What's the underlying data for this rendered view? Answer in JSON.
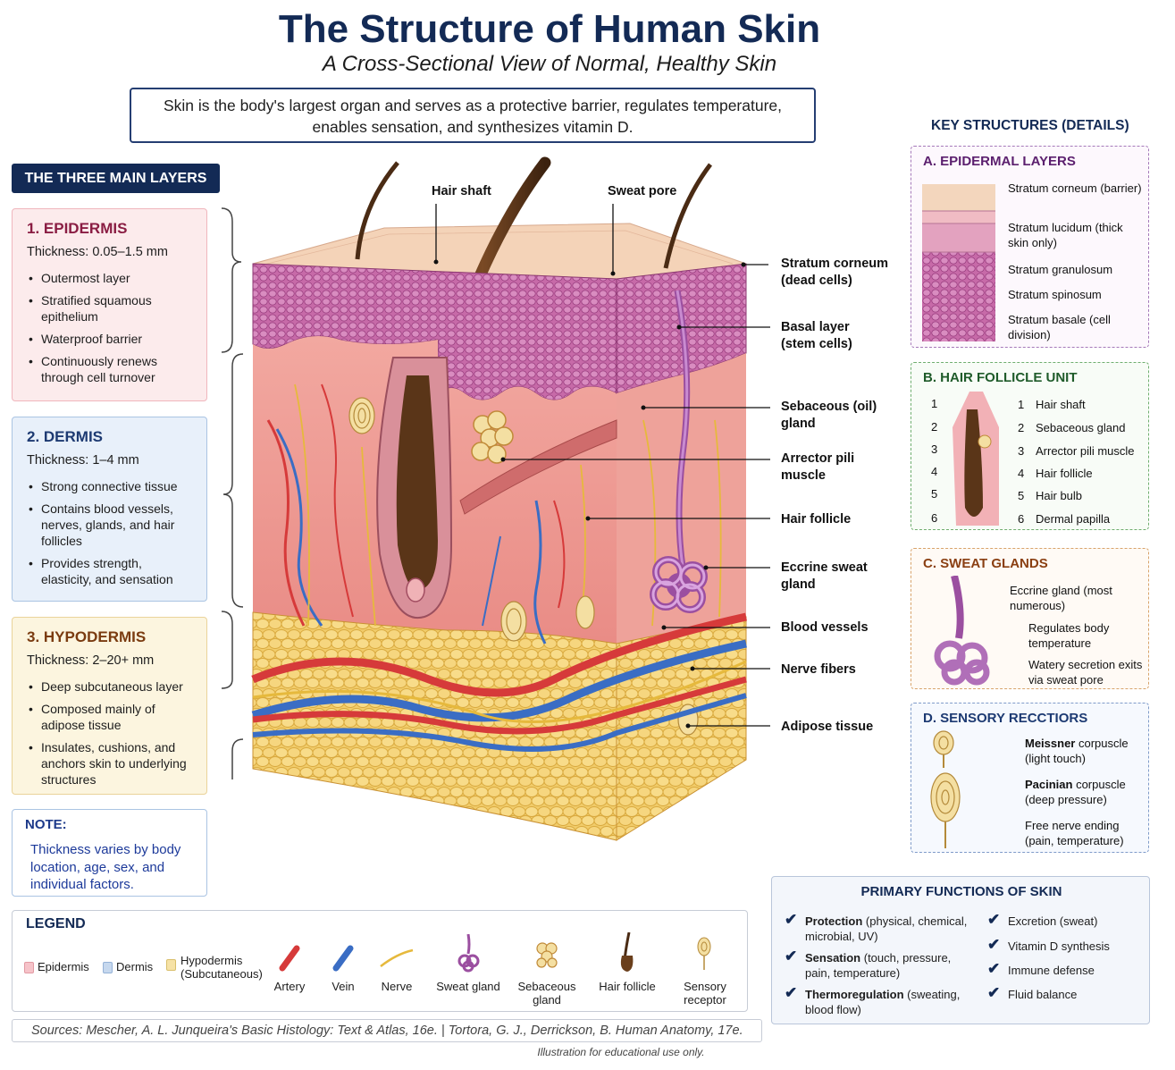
{
  "header": {
    "title": "The Structure of Human Skin",
    "subtitle": "A Cross-Sectional View of Normal, Healthy Skin",
    "intro_line1": "Skin is the body's largest organ and serves as a protective barrier, regulates temperature,",
    "intro_line2": "enables sensation, and synthesizes vitamin D."
  },
  "layers": {
    "header": "THE THREE MAIN LAYERS",
    "epidermis": {
      "title": "1. EPIDERMIS",
      "thickness": "Thickness: 0.05–1.5 mm",
      "items": [
        "Outermost layer",
        "Stratified squamous epithelium",
        "Waterproof barrier",
        "Continuously renews through cell turnover"
      ]
    },
    "dermis": {
      "title": "2. DERMIS",
      "thickness": "Thickness: 1–4 mm",
      "items": [
        "Strong connective tissue",
        "Contains blood vessels, nerves, glands, and hair follicles",
        "Provides strength, elasticity, and sensation"
      ]
    },
    "hypodermis": {
      "title": "3. HYPODERMIS",
      "thickness": "Thickness: 2–20+ mm",
      "items": [
        "Deep subcutaneous layer",
        "Composed mainly of adipose tissue",
        "Insulates, cushions, and anchors skin to underlying structures"
      ]
    }
  },
  "note": {
    "label": "NOTE:",
    "text": "Thickness varies by body location, age, sex, and individual factors."
  },
  "diagram_labels": {
    "hair_shaft": "Hair shaft",
    "sweat_pore": "Sweat pore",
    "stratum_corneum": "Stratum corneum (dead cells)",
    "basal_layer": "Basal layer (stem cells)",
    "sebaceous_gland": "Sebaceous (oil) gland",
    "arrector_pili": "Arrector pili muscle",
    "hair_follicle": "Hair follicle",
    "eccrine_gland": "Eccrine sweat gland",
    "blood_vessels": "Blood vessels",
    "nerve_fibers": "Nerve fibers",
    "adipose_tissue": "Adipose tissue"
  },
  "key_structures": {
    "title": "KEY STRUCTURES (DETAILS)",
    "epidermal_layers": {
      "title": "A. EPIDERMAL LAYERS",
      "items": [
        "Stratum corneum (barrier)",
        "Stratum lucidum (thick skin only)",
        "Stratum granulosum",
        "Stratum spinosum",
        "Stratum basale (cell division)"
      ]
    },
    "hair_follicle_unit": {
      "title": "B. HAIR FOLLICLE UNIT",
      "numbers": [
        "1",
        "2",
        "3",
        "4",
        "5",
        "6"
      ],
      "items": [
        "Hair shaft",
        "Sebaceous gland",
        "Arrector pili muscle",
        "Hair follicle",
        "Hair bulb",
        "Dermal papilla"
      ]
    },
    "sweat_glands": {
      "title": "C. SWEAT GLANDS",
      "items": [
        "Eccrine gland (most numerous)",
        "Regulates body temperature",
        "Watery secretion exits via sweat pore"
      ]
    },
    "sensory_receptors": {
      "title": "D. SENSORY RECCTIORS",
      "items": [
        {
          "name": "Meissner",
          "rest": " corpuscle (light touch)"
        },
        {
          "name": "Pacinian",
          "rest": " corpuscle (deep pressure)"
        },
        {
          "name": "Free nerve ending",
          "rest": " (pain, temperature)"
        }
      ]
    }
  },
  "functions": {
    "title": "PRIMARY FUNCTIONS OF SKIN",
    "left": [
      {
        "name": "Protection",
        "rest": " (physical, chemical, microbial, UV)"
      },
      {
        "name": "Sensation",
        "rest": " (touch, pressure, pain, temperature)"
      },
      {
        "name": "Thermoregulation",
        "rest": " (sweating, blood flow)"
      }
    ],
    "right": [
      "Excretion (sweat)",
      "Vitamin D synthesis",
      "Immune defense",
      "Fluid balance"
    ]
  },
  "legend": {
    "title": "LEGEND",
    "items": [
      "Epidermis",
      "Dermis",
      "Hypodermis (Subcutaneous)",
      "Artery",
      "Vein",
      "Nerve",
      "Sweat gland",
      "Sebaceous gland",
      "Hair follicle",
      "Sensory receptor"
    ]
  },
  "sources": "Sources:  Mescher, A. L. Junqueira's Basic Histology: Text & Atlas, 16e.  |  Tortora, G. J., Derrickson, B. Human Anatomy, 17e.",
  "footer": "Illustration for educational use only.",
  "colors": {
    "navy": "#132a55",
    "epidermis": "#f6c3c9",
    "dermis": "#c6d8ee",
    "hypodermis": "#f6e2a6",
    "artery": "#d63a3a",
    "vein": "#3a6dc4",
    "nerve": "#e6b93c"
  }
}
